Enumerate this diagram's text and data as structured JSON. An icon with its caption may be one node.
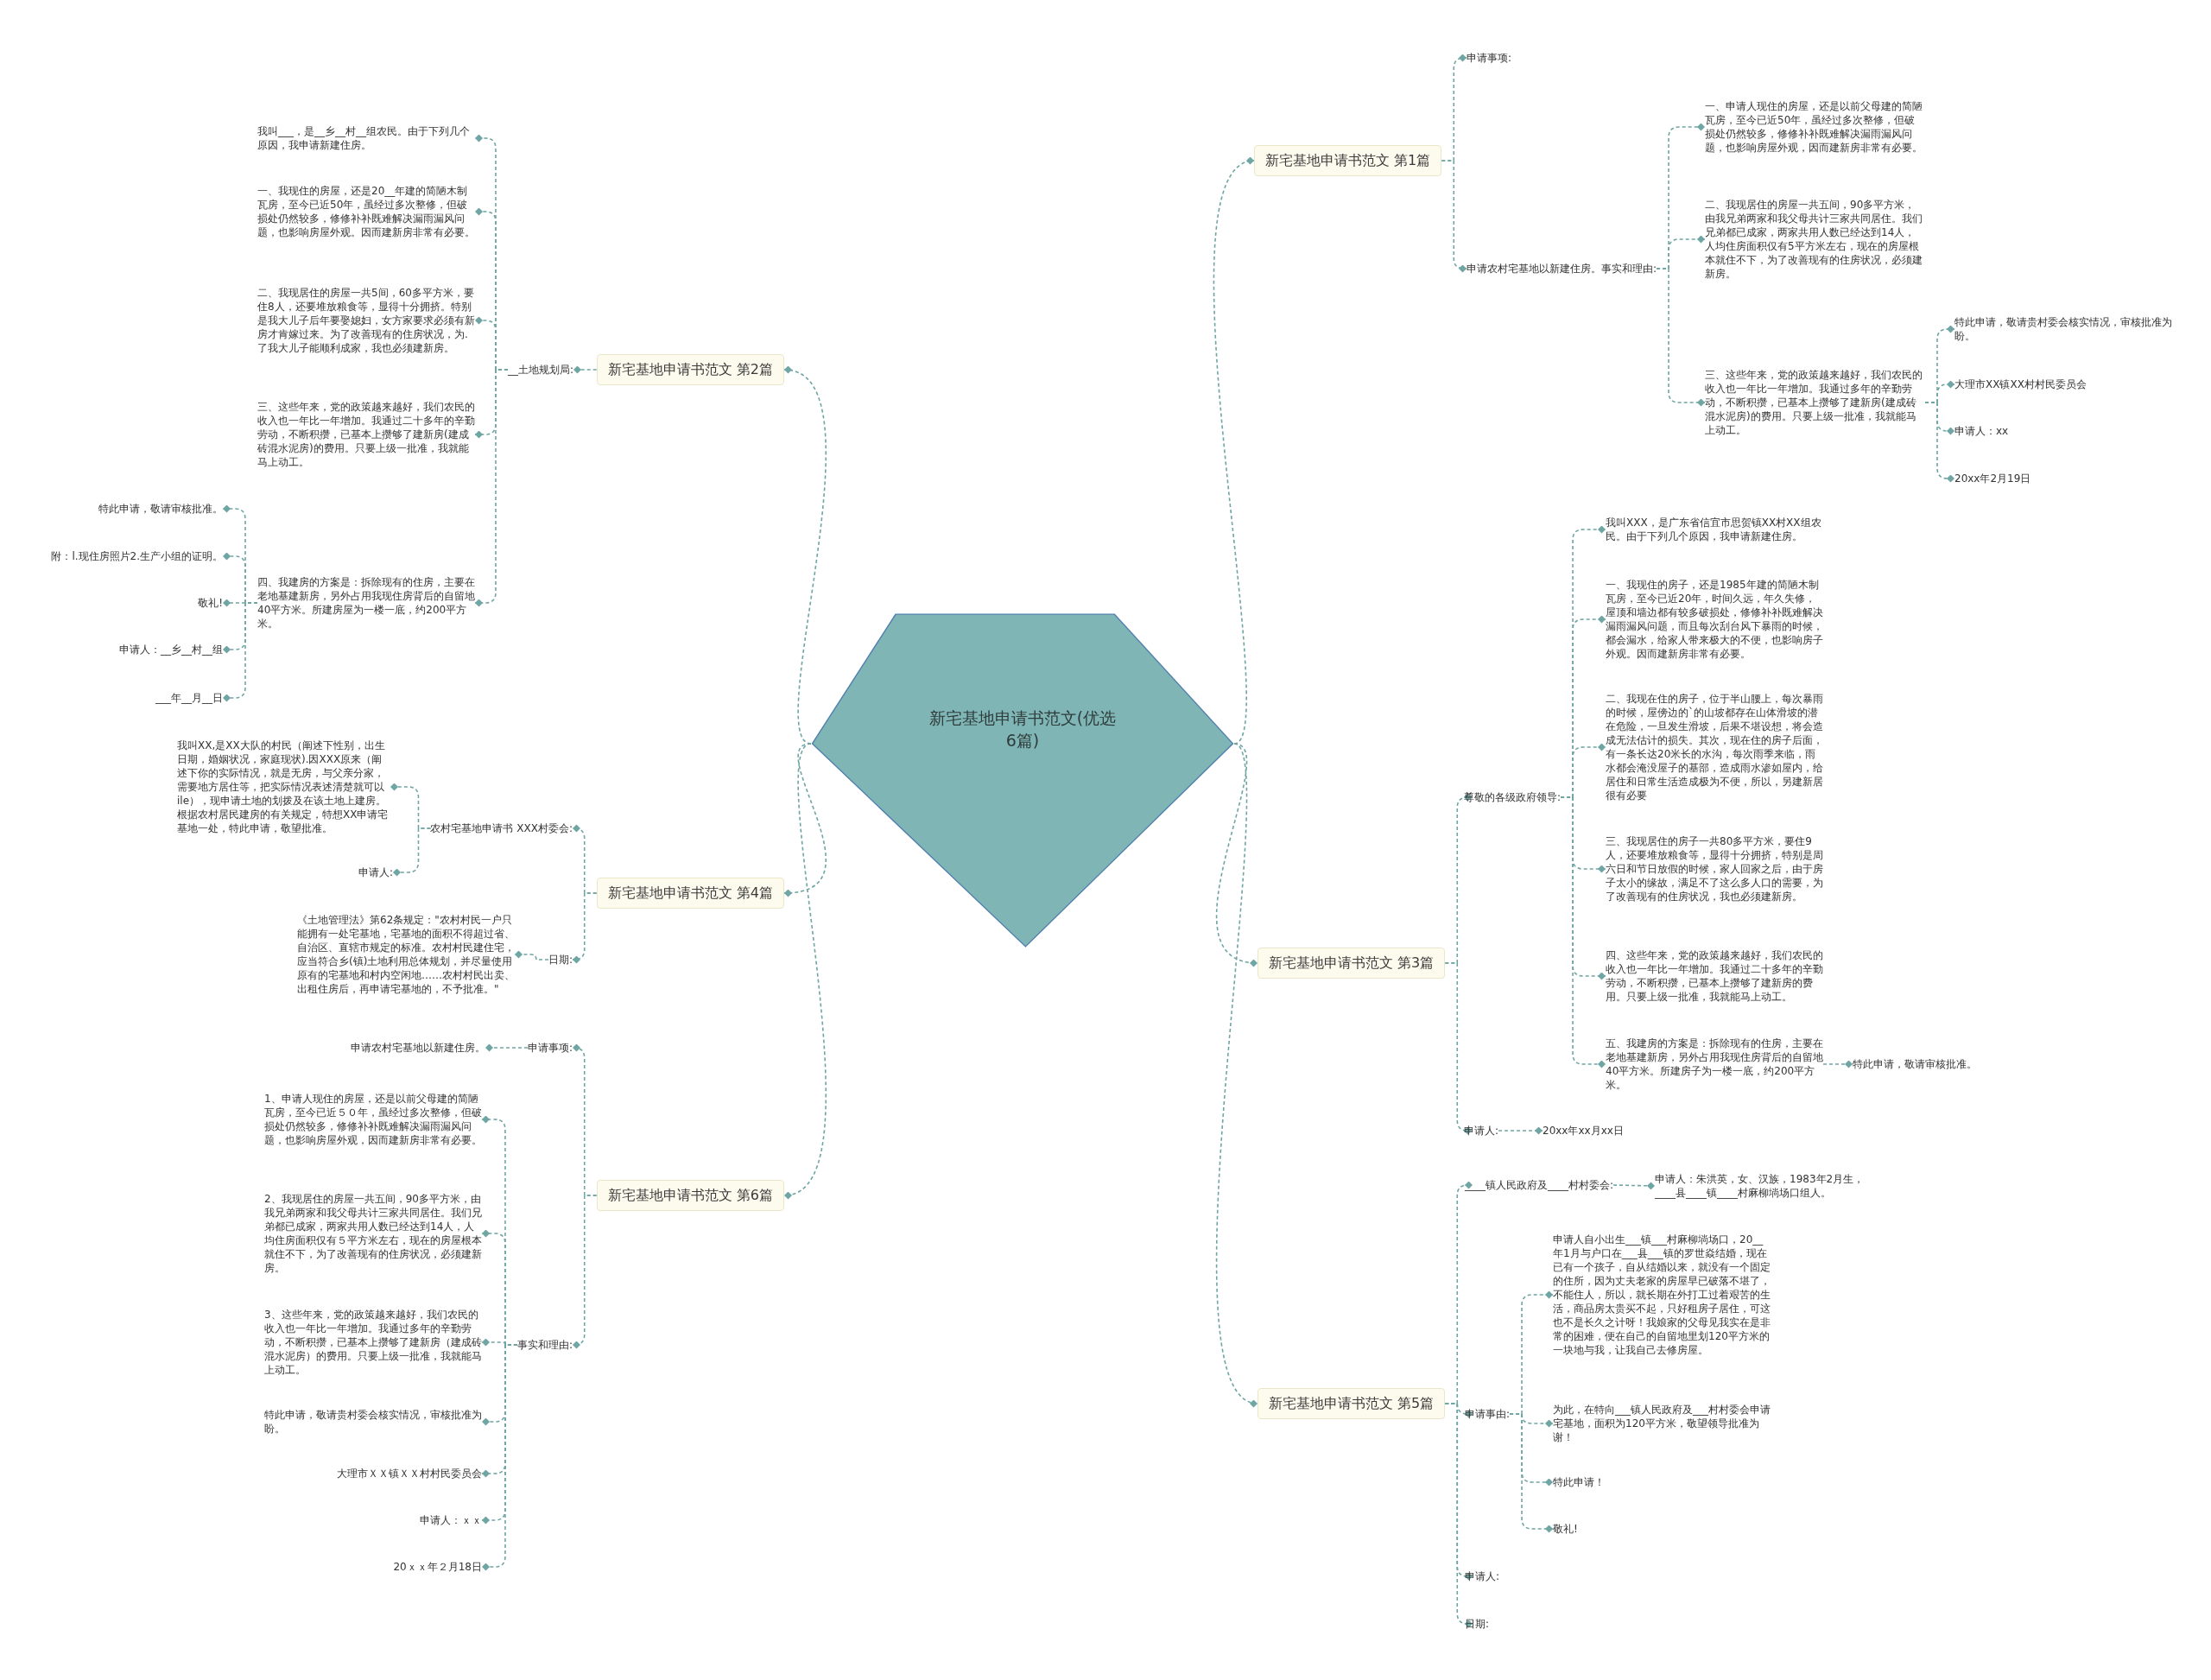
{
  "diagram": {
    "nodes": [
      {
        "text": [
          "新宅基地申请书范文(优选6篇)"
        ]
      },
      {
        "text": [
          "新宅基地申请书范文 第1篇"
        ]
      },
      {
        "text": [
          "申请事项:"
        ]
      },
      {
        "text": [
          "申请农村宅基地以新建住房。事实和理由:"
        ]
      },
      {
        "text": [
          "一、申请人现住的房屋，还是以前父母建的简陋瓦房，至今已近50年，虽经过多次整修，但破损处仍然较多，修修补补既难解决漏雨漏风问题，也影响房屋外观，因而建新房非常有必要。"
        ]
      },
      {
        "text": [
          "二、我现居住的房屋一共五间，90多平方米，由我兄弟两家和我父母共计三家共同居住。我们兄弟都已成家，两家共用人数已经达到14人，人均住房面积仅有5平方米左右，现在的房屋根本就住不下，为了改善现有的住房状况，必须建新房。"
        ]
      },
      {
        "text": [
          "三、这些年来，党的政策越来越好，我们农民的收入也一年比一年增加。我通过多年的辛勤劳动，不断积攒，已基本上攒够了建新房(建成砖混水泥房)的费用。只要上级一批准，我就能马上动工。"
        ]
      },
      {
        "text": [
          "特此申请，敬请贵村委会核实情况，审核批准为盼。"
        ]
      },
      {
        "text": [
          "大理市XX镇XX村村民委员会"
        ]
      },
      {
        "text": [
          "申请人：xx"
        ]
      },
      {
        "text": [
          "20xx年2月19日"
        ]
      },
      {
        "text": [
          "新宅基地申请书范文 第2篇"
        ]
      },
      {
        "text": [
          "__土地规划局:"
        ]
      },
      {
        "text": [
          "我叫___，是__乡__村__组农民。由于下列几个原因，我申请新建住房。"
        ]
      },
      {
        "text": [
          "一、我现住的房屋，还是20__年建的简陋木制瓦房，至今已近50年，虽经过多次整修，但破损处仍然较多，修修补补既难解决漏雨漏风问题，也影响房屋外观。因而建新房非常有必要。"
        ]
      },
      {
        "text": [
          "二、我现居住的房屋一共5间，60多平方米，要住8人，还要堆放粮食等，显得十分拥挤。特别是我大儿子后年要娶媳妇，女方家要求必须有新房才肯嫁过来。为了改善现有的住房状况，为.了我大儿子能顺利成家，我也必须建新房。"
        ]
      },
      {
        "text": [
          "三、这些年来，党的政策越来越好，我们农民的收入也一年比一年增加。我通过二十多年的辛勤劳动，不断积攒，已基本上攒够了建新房(建成砖混水泥房)的费用。只要上级一批准，我就能马上动工。"
        ]
      },
      {
        "text": [
          "四、我建房的方案是：拆除现有的住房，主要在老地基建新房，另外占用我现住房背后的自留地40平方米。所建房屋为一楼一底，约200平方米。"
        ]
      },
      {
        "text": [
          "特此申请，敬请审核批准。"
        ]
      },
      {
        "text": [
          "附：l.现住房照片2.生产小组的证明。"
        ]
      },
      {
        "text": [
          "敬礼!"
        ]
      },
      {
        "text": [
          "申请人：__乡__村__组"
        ]
      },
      {
        "text": [
          "___年__月__日"
        ]
      },
      {
        "text": [
          "新宅基地申请书范文 第3篇"
        ]
      },
      {
        "text": [
          "尊敬的各级政府领导:"
        ]
      },
      {
        "text": [
          "我叫XXX，是广东省信宜市思贺镇XX村XX组农民。由于下列几个原因，我申请新建住房。"
        ]
      },
      {
        "text": [
          "一、我现住的房子，还是1985年建的简陋木制瓦房，至今已近20年，时间久远，年久失修，屋顶和墙边都有较多破损处，修修补补既难解决漏雨漏风问题，而且每次刮台风下暴雨的时候，都会漏水，给家人带来极大的不便，也影响房子外观。因而建新房非常有必要。"
        ]
      },
      {
        "text": [
          "二、我现在住的房子，位于半山腰上，每次暴雨的时候，屋傍边的`的山坡都存在山体滑坡的潜在危险，一旦发生滑坡，后果不堪设想，将会造成无法估计的损失。其次，现在住的房子后面，有一条长达20米长的水沟，每次雨季来临，雨水都会淹没屋子的基部，造成雨水渗如屋内，给居住和日常生活造成极为不便，所以，另建新居很有必要"
        ]
      },
      {
        "text": [
          "三、我现居住的房子一共80多平方米，要住9人，还要堆放粮食等，显得十分拥挤，特别是周六日和节日放假的时候，家人回家之后，由于房子太小的缘故，满足不了这么多人口的需要，为了改善现有的住房状况，我也必须建新房。"
        ]
      },
      {
        "text": [
          "四、这些年来，党的政策越来越好，我们农民的收入也一年比一年增加。我通过二十多年的辛勤劳动，不断积攒，已基本上攒够了建新房的费用。只要上级一批准，我就能马上动工。"
        ]
      },
      {
        "text": [
          "五、我建房的方案是：拆除现有的住房，主要在老地基建新房，另外占用我现住房背后的自留地40平方米。所建房子为一楼一底，约200平方米。"
        ]
      },
      {
        "text": [
          "特此申请，敬请审核批准。"
        ]
      },
      {
        "text": [
          "申请人:"
        ]
      },
      {
        "text": [
          "20xx年xx月xx日"
        ]
      },
      {
        "text": [
          "新宅基地申请书范文 第4篇"
        ]
      },
      {
        "text": [
          "农村宅基地申请书 XXX村委会:"
        ]
      },
      {
        "text": [
          "日期:"
        ]
      },
      {
        "text": [
          "我叫XX,是XX大队的村民（阐述下性别，出生日期，婚姻状况，家庭现状).因XXX原来（阐述下你的实际情况，就是无房，与父亲分家，需要地方居住等，把实际情况表述清楚就可以ile），现申请土地的划拨及在该土地上建房。根据农村居民建房的有关规定，特想XX申请宅基地一处，特此申请，敬望批准。"
        ]
      },
      {
        "text": [
          "申请人:"
        ]
      },
      {
        "text": [
          "《土地管理法》第62条规定：\"农村村民一户只能拥有一处宅基地，宅基地的面积不得超过省、自治区、直辖市规定的标准。农村村民建住宅，应当符合乡(镇)土地利用总体规划，并尽量使用原有的宅基地和村内空闲地……农村村民出卖、出租住房后，再申请宅基地的，不予批准。\""
        ]
      },
      {
        "text": [
          "新宅基地申请书范文 第6篇"
        ]
      },
      {
        "text": [
          "申请事项:"
        ]
      },
      {
        "text": [
          "申请农村宅基地以新建住房。"
        ]
      },
      {
        "text": [
          "事实和理由:"
        ]
      },
      {
        "text": [
          "1、申请人现住的房屋，还是以前父母建的简陋瓦房，至今已近５０年，虽经过多次整修，但破损处仍然较多，修修补补既难解决漏雨漏风问题，也影响房屋外观，因而建新房非常有必要。"
        ]
      },
      {
        "text": [
          "2、我现居住的房屋一共五间，90多平方米，由我兄弟两家和我父母共计三家共同居住。我们兄弟都已成家，两家共用人数已经达到14人，人均住房面积仅有５平方米左右，现在的房屋根本就住不下，为了改善现有的住房状况，必须建新房。"
        ]
      },
      {
        "text": [
          "3、这些年来，党的政策越来越好，我们农民的收入也一年比一年增加。我通过多年的辛勤劳动，不断积攒，已基本上攒够了建新房（建成砖混水泥房）的费用。只要上级一批准，我就能马上动工。"
        ]
      },
      {
        "text": [
          "特此申请，敬请贵村委会核实情况，审核批准为盼。"
        ]
      },
      {
        "text": [
          "大理市ＸＸ镇ＸＸ村村民委员会"
        ]
      },
      {
        "text": [
          "申请人：ｘｘ"
        ]
      },
      {
        "text": [
          "20ｘｘ年２月18日"
        ]
      },
      {
        "text": [
          "新宅基地申请书范文 第5篇"
        ]
      },
      {
        "text": [
          "____镇人民政府及____村村委会:"
        ]
      },
      {
        "text": [
          "申请人：朱洪英，女、汉族，1983年2月生，____县____镇____村麻柳埫场口组人。"
        ]
      },
      {
        "text": [
          "申请事由:"
        ]
      },
      {
        "text": [
          "申请人自小出生___镇___村麻柳埫场口，20__年1月与户口在___县___镇的罗世焱结婚，现在已有一个孩子，自从结婚以来，就没有一个固定的住所，因为丈夫老家的房屋早已破落不堪了，不能住人，所以，就长期在外打工过着艰苦的生活，商品房太贵买不起，只好租房子居住，可这也不是长久之计呀！我娘家的父母见我实在是非常的困难，便在自己的自留地里划120平方米的一块地与我，让我自己去修房屋。"
        ]
      },
      {
        "text": [
          "为此，在特向___镇人民政府及___村村委会申请宅基地，面积为120平方米，敬望领导批准为谢！"
        ]
      },
      {
        "text": [
          "特此申请！"
        ]
      },
      {
        "text": [
          "敬礼!"
        ]
      },
      {
        "text": [
          "申请人:"
        ]
      },
      {
        "text": [
          "日期:"
        ]
      }
    ],
    "edges": [
      {
        "from": 0,
        "to": 1,
        "arrow": "other"
      },
      {
        "from": 1,
        "to": 2,
        "arrow": "other"
      },
      {
        "from": 1,
        "to": 3,
        "arrow": "other"
      },
      {
        "from": 3,
        "to": 4,
        "arrow": "other"
      },
      {
        "from": 3,
        "to": 5,
        "arrow": "other"
      },
      {
        "from": 3,
        "to": 6,
        "arrow": "other"
      },
      {
        "from": 6,
        "to": 7,
        "arrow": "other"
      },
      {
        "from": 6,
        "to": 8,
        "arrow": "other"
      },
      {
        "from": 6,
        "to": 9,
        "arrow": "other"
      },
      {
        "from": 6,
        "to": 10,
        "arrow": "other"
      },
      {
        "from": 0,
        "to": 11,
        "arrow": "other"
      },
      {
        "from": 11,
        "to": 12,
        "arrow": "other"
      },
      {
        "from": 12,
        "to": 13,
        "arrow": "other"
      },
      {
        "from": 12,
        "to": 14,
        "arrow": "other"
      },
      {
        "from": 12,
        "to": 15,
        "arrow": "other"
      },
      {
        "from": 12,
        "to": 16,
        "arrow": "other"
      },
      {
        "from": 12,
        "to": 17,
        "arrow": "other"
      },
      {
        "from": 17,
        "to": 18,
        "arrow": "other"
      },
      {
        "from": 17,
        "to": 19,
        "arrow": "other"
      },
      {
        "from": 17,
        "to": 20,
        "arrow": "other"
      },
      {
        "from": 17,
        "to": 21,
        "arrow": "other"
      },
      {
        "from": 17,
        "to": 22,
        "arrow": "other"
      },
      {
        "from": 0,
        "to": 23,
        "arrow": "other"
      },
      {
        "from": 23,
        "to": 24,
        "arrow": "other"
      },
      {
        "from": 24,
        "to": 25,
        "arrow": "other"
      },
      {
        "from": 24,
        "to": 26,
        "arrow": "other"
      },
      {
        "from": 24,
        "to": 27,
        "arrow": "other"
      },
      {
        "from": 24,
        "to": 28,
        "arrow": "other"
      },
      {
        "from": 24,
        "to": 29,
        "arrow": "other"
      },
      {
        "from": 24,
        "to": 30,
        "arrow": "other"
      },
      {
        "from": 30,
        "to": 31,
        "arrow": "other"
      },
      {
        "from": 23,
        "to": 32,
        "arrow": "other"
      },
      {
        "from": 32,
        "to": 33,
        "arrow": "other"
      },
      {
        "from": 0,
        "to": 34,
        "arrow": "other"
      },
      {
        "from": 34,
        "to": 35,
        "arrow": "other"
      },
      {
        "from": 34,
        "to": 36,
        "arrow": "other"
      },
      {
        "from": 35,
        "to": 37,
        "arrow": "other"
      },
      {
        "from": 35,
        "to": 38,
        "arrow": "other"
      },
      {
        "from": 36,
        "to": 39,
        "arrow": "other"
      },
      {
        "from": 0,
        "to": 40,
        "arrow": "other"
      },
      {
        "from": 40,
        "to": 41,
        "arrow": "other"
      },
      {
        "from": 41,
        "to": 42,
        "arrow": "other"
      },
      {
        "from": 40,
        "to": 43,
        "arrow": "other"
      },
      {
        "from": 43,
        "to": 44,
        "arrow": "other"
      },
      {
        "from": 43,
        "to": 45,
        "arrow": "other"
      },
      {
        "from": 43,
        "to": 46,
        "arrow": "other"
      },
      {
        "from": 43,
        "to": 47,
        "arrow": "other"
      },
      {
        "from": 43,
        "to": 48,
        "arrow": "other"
      },
      {
        "from": 43,
        "to": 49,
        "arrow": "other"
      },
      {
        "from": 43,
        "to": 50,
        "arrow": "other"
      },
      {
        "from": 0,
        "to": 51,
        "arrow": "other"
      },
      {
        "from": 51,
        "to": 52,
        "arrow": "other"
      },
      {
        "from": 52,
        "to": 53,
        "arrow": "other"
      },
      {
        "from": 51,
        "to": 54,
        "arrow": "other"
      },
      {
        "from": 54,
        "to": 55,
        "arrow": "other"
      },
      {
        "from": 54,
        "to": 56,
        "arrow": "other"
      },
      {
        "from": 54,
        "to": 57,
        "arrow": "other"
      },
      {
        "from": 54,
        "to": 58,
        "arrow": "other"
      },
      {
        "from": 51,
        "to": 59,
        "arrow": "other"
      },
      {
        "from": 51,
        "to": 60,
        "arrow": "other"
      }
    ]
  }
}
